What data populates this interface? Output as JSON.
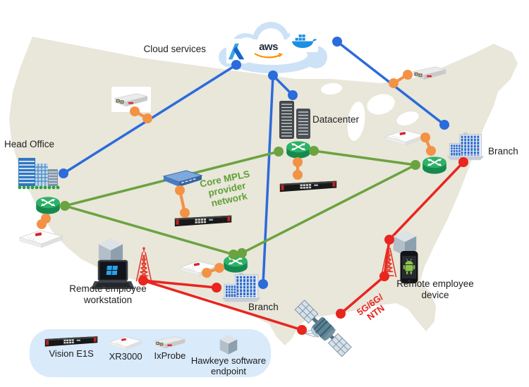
{
  "colors": {
    "blue": "#2b6bdb",
    "green": "#6aa33f",
    "red": "#e8251f",
    "orange": "#f29245",
    "map": "#e9e6da",
    "legend-bg": "#d9eafa",
    "mpls": "#5ea135",
    "ran": "#e8251f",
    "label": "#1f1f1f"
  },
  "nodes": {
    "cloud": {
      "label": "Cloud services"
    },
    "head_office": {
      "label": "Head Office"
    },
    "datacenter": {
      "label": "Datacenter"
    },
    "branch_east": {
      "label": "Branch"
    },
    "branch_south": {
      "label": "Branch"
    },
    "remote_workstation": {
      "label": "Remote employee workstation"
    },
    "remote_device": {
      "label": "Remote employee device"
    }
  },
  "cloud_logos": {
    "aws_text": "aws"
  },
  "network_labels": {
    "mpls": {
      "line1": "Core MPLS",
      "line2": "provider",
      "line3": "network"
    },
    "ran": {
      "line1": "5G/6G/",
      "line2": "NTN"
    }
  },
  "legend": {
    "items": [
      {
        "label": "Vision E1S"
      },
      {
        "label": "XR3000"
      },
      {
        "label": "IxProbe"
      },
      {
        "label": "Hawkeye software endpoint"
      }
    ]
  }
}
